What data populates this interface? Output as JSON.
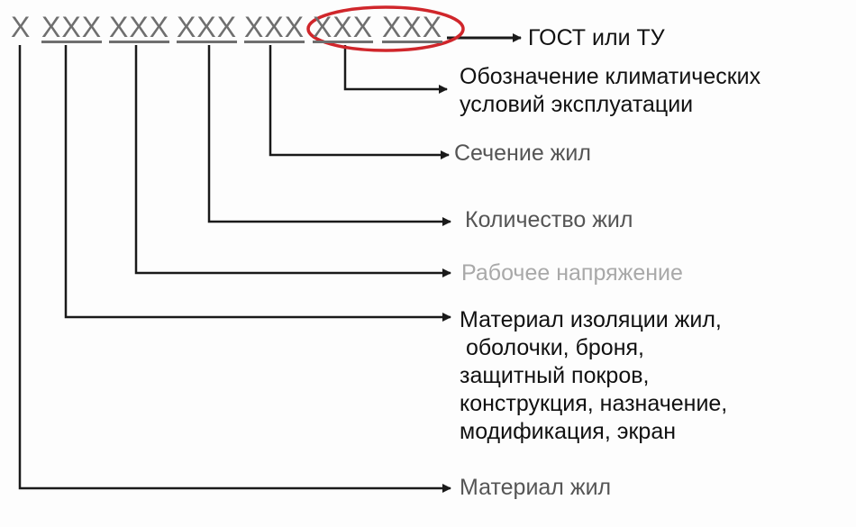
{
  "code": {
    "first": "X",
    "groups": [
      "XXX",
      "XXX",
      "XXX",
      "XXX",
      "XXX",
      "XXX"
    ]
  },
  "colors": {
    "line": "#1a1a1a",
    "code_text": "#6f6f6f",
    "highlight_ellipse": "#d0262b",
    "label_dark": "#111111",
    "label_mid": "#555555",
    "label_light": "#a9a9a9"
  },
  "labels": {
    "gost": "ГОСТ или ТУ",
    "climate": "Обозначение климатических\nусловий эксплуатации",
    "section": "Сечение жил",
    "count": "Количество жил",
    "voltage": "Рабочее напряжение",
    "material_insulation": "Материал изоляции жил,\n оболочки, броня,\nзащитный покров,\nконструкция, назначение,\nмодификация, экран",
    "core_material": "Материал жил"
  }
}
